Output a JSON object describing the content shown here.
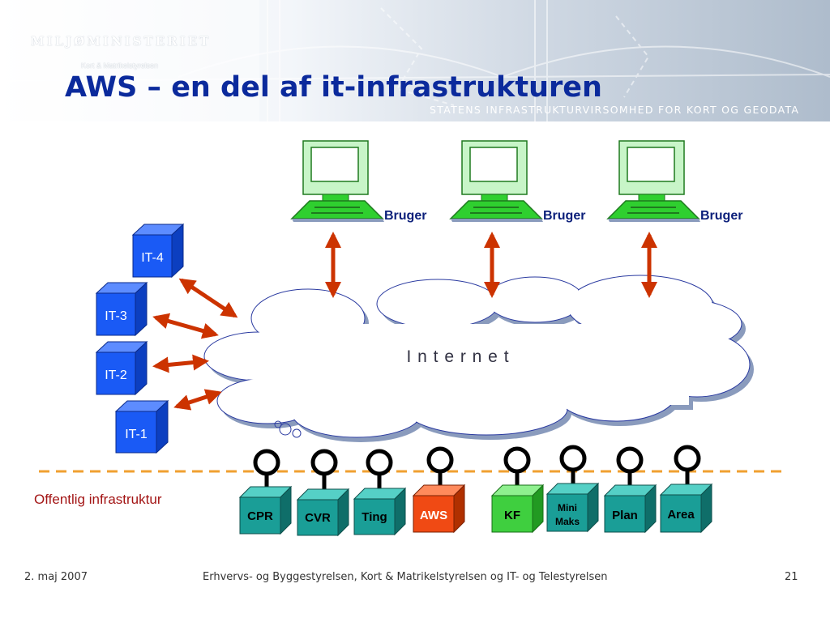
{
  "header": {
    "ministry": "MILJØMINISTERIET",
    "agency": "Kort & Matrikelstyrelsen",
    "title": "AWS – en del af it-infrastrukturen",
    "subtitle": "STATENS INFRASTRUKTURVIRSOMHED FOR KORT OG GEODATA"
  },
  "diagram": {
    "cloud_label": "I n t e r n e t",
    "users": [
      {
        "label": "Bruger"
      },
      {
        "label": "Bruger"
      },
      {
        "label": "Bruger"
      }
    ],
    "it_systems": [
      {
        "label": "IT-4"
      },
      {
        "label": "IT-3"
      },
      {
        "label": "IT-2"
      },
      {
        "label": "IT-1"
      }
    ],
    "registers": [
      {
        "label": "CPR",
        "color": "#1a9e97"
      },
      {
        "label": "CVR",
        "color": "#1a9e97"
      },
      {
        "label": "Ting",
        "color": "#1a9e97"
      },
      {
        "label": "AWS",
        "color": "#f04a14",
        "text_color": "#ffffff"
      },
      {
        "label": "KF",
        "color": "#3fcf3f"
      },
      {
        "label": "Mini\nMaks",
        "lines": [
          "Mini",
          "Maks"
        ],
        "color": "#1a9e97"
      },
      {
        "label": "Plan",
        "color": "#1a9e97"
      },
      {
        "label": "Area",
        "color": "#1a9e97"
      }
    ],
    "infrastructure_label": "Offentlig infrastruktur",
    "colors": {
      "arrow": "#cc3300",
      "it_box": "#1a5af5",
      "monitor": "#2fcf2f",
      "dash_line": "#f0a030",
      "title": "#0b2a9c"
    }
  },
  "footer": {
    "date": "2. maj 2007",
    "text": "Erhvervs- og Byggestyrelsen, Kort & Matrikelstyrelsen og IT- og Telestyrelsen",
    "page": "21"
  }
}
